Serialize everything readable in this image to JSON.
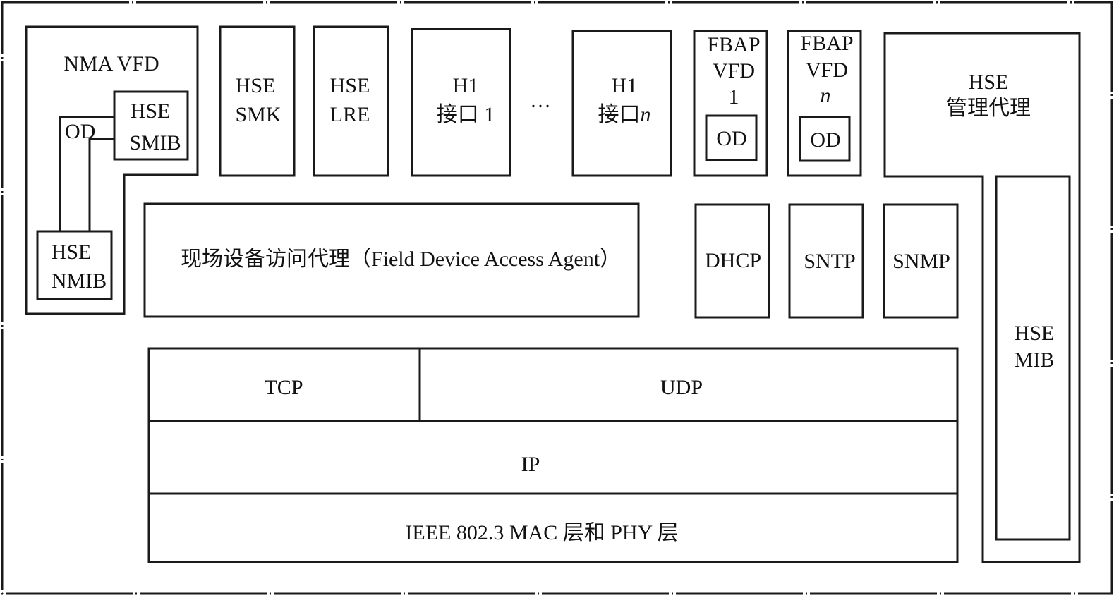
{
  "nma_vfd": {
    "title": "NMA VFD",
    "od": "OD"
  },
  "hse_smib": {
    "l1": "HSE",
    "l2": "SMIB"
  },
  "hse_nmib": {
    "l1": "HSE",
    "l2": "NMIB"
  },
  "hse_smk": {
    "l1": "HSE",
    "l2": "SMK"
  },
  "hse_lre": {
    "l1": "HSE",
    "l2": "LRE"
  },
  "h1_if1": {
    "l1": "H1",
    "l2": "接口 1"
  },
  "ellipsis": "…",
  "h1_ifn": {
    "l1": "H1",
    "l2a": "接口",
    "l2b": "n"
  },
  "fbap1": {
    "l1": "FBAP",
    "l2": "VFD",
    "l3": "1",
    "od": "OD"
  },
  "fbapn": {
    "l1": "FBAP",
    "l2": "VFD",
    "l3": "n",
    "od": "OD"
  },
  "mgmt": {
    "l1": "HSE",
    "l2": "管理代理"
  },
  "hse_mib": {
    "l1": "HSE",
    "l2": "MIB"
  },
  "fdaa": "现场设备访问代理（Field Device Access Agent）",
  "dhcp": "DHCP",
  "sntp": "SNTP",
  "snmp": "SNMP",
  "tcp": "TCP",
  "udp": "UDP",
  "ip": "IP",
  "mac": "IEEE 802.3 MAC 层和 PHY 层"
}
